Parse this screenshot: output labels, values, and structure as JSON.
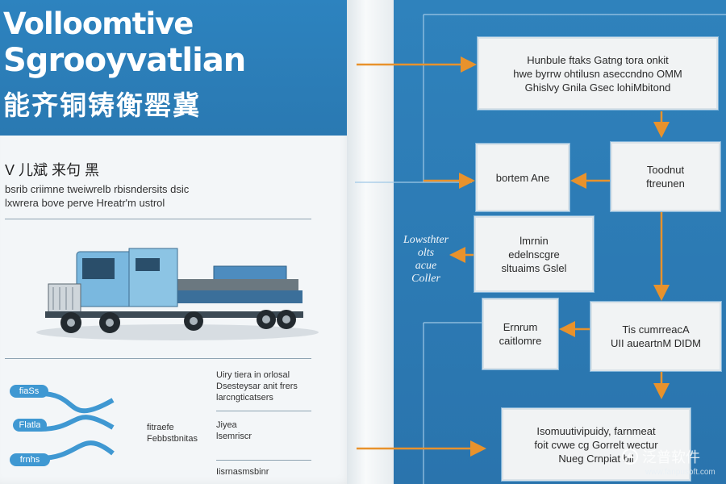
{
  "left": {
    "title_line1": "Volloomtive",
    "title_line2": "Sgrooyvatlian",
    "title_line3": "能齐铜铸衡罂冀",
    "section_title": "V 儿斌  来句 黑",
    "section_text1": "bsrib criimne tweiwrelb rbisndersits dsic",
    "section_text2": "lxwrera bove perve Hreatr'm ustrol",
    "pills": [
      "fiaSs",
      "Flatla",
      "frnhs"
    ],
    "mid_text": "fitraefe\nFebbstbnitas",
    "right_text1": "Uiry tiera in orlosal\nDsesteysar anit frers\nlarcngticatsers",
    "right_text2": "Jiyea\nlsemriscr",
    "right_text3": "Iisrnasmsbinr"
  },
  "flow": {
    "nodes": [
      {
        "id": "top",
        "text": "Hunbule ftaks Gatng tora onkit\nhwe byrrw ohtilusn aseccndno OMM\nGhislvy Gnila Gsec lohiMbitond"
      },
      {
        "id": "left1",
        "text": "bortem Ane"
      },
      {
        "id": "right1",
        "text": "Toodnut\nftreunen"
      },
      {
        "id": "left2",
        "text": "lmrnin\nedelnscgre\nsltuaims Gslel"
      },
      {
        "id": "left3",
        "text": "Ernrum\ncaitlomre"
      },
      {
        "id": "right3",
        "text": "Tis cumrreacA\nUII aueartnM DIDM"
      },
      {
        "id": "bottom",
        "text": "Isomuutivipuidy, farnmeat\nfoit  cvwe cg Gorrelt wectur\nNueg Crnpiat bil"
      }
    ],
    "side_label": "Lowsthter\nolts\nacue\nColler"
  },
  "watermark": {
    "brand": "泛普软件",
    "url": "www.fanpusoft.com"
  },
  "colors": {
    "accent_orange": "#e8922c",
    "page_blue": "#2f7fb8"
  }
}
